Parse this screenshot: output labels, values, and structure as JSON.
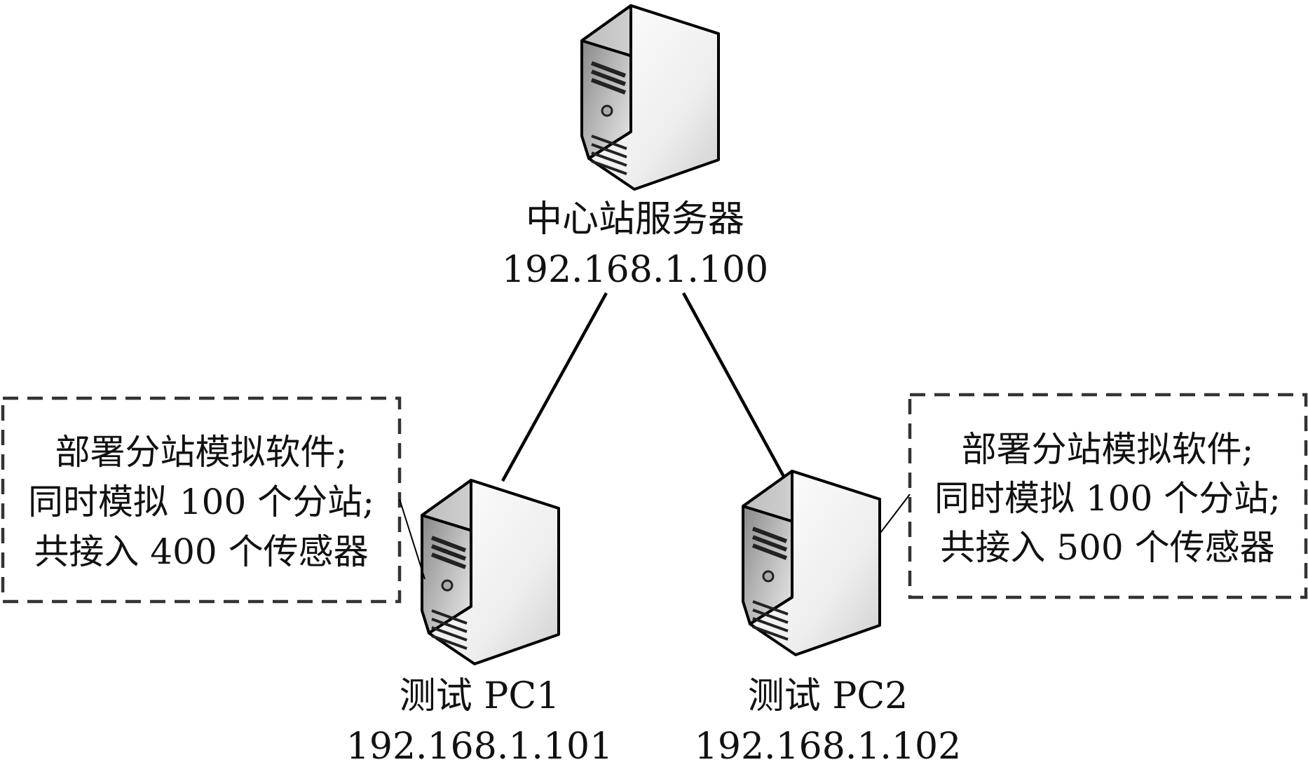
{
  "nodes": {
    "server": {
      "name": "中心站服务器",
      "ip": "192.168.1.100",
      "icon": "server-tower-icon"
    },
    "pc1": {
      "name": "测试 PC1",
      "ip": "192.168.1.101",
      "icon": "server-tower-icon"
    },
    "pc2": {
      "name": "测试 PC2",
      "ip": "192.168.1.102",
      "icon": "server-tower-icon"
    }
  },
  "notes": {
    "pc1": {
      "line1": "部署分站模拟软件;",
      "line2": "同时模拟 100 个分站;",
      "line3": "共接入 400 个传感器"
    },
    "pc2": {
      "line1": "部署分站模拟软件;",
      "line2": "同时模拟 100 个分站;",
      "line3": "共接入 500 个传感器"
    }
  },
  "edges": [
    {
      "from": "server",
      "to": "pc1"
    },
    {
      "from": "server",
      "to": "pc2"
    }
  ],
  "colors": {
    "line": "#000000",
    "dashed_border": "#333333",
    "server_face": "#f2f2f2",
    "server_side": "#9a9a9a",
    "server_top": "#d9d9d9"
  }
}
